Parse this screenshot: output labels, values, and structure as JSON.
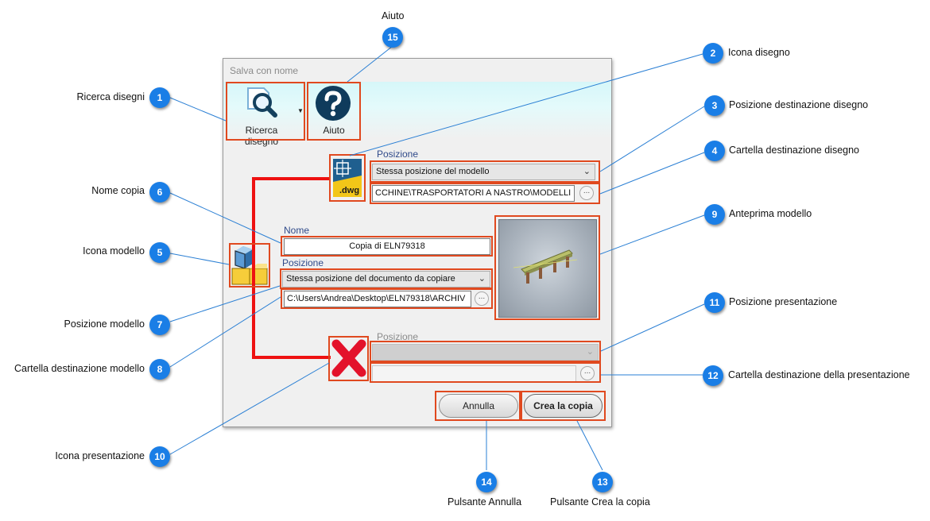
{
  "dialog": {
    "title": "Salva con nome",
    "toolbar": {
      "search_label": "Ricerca disegno",
      "help_label": "Aiuto"
    },
    "drawing": {
      "section_label": "Posizione",
      "location_value": "Stessa posizione del modello",
      "folder_value": "CCHINE\\TRASPORTATORI A NASTRO\\MODELLI",
      "file_ext": ".dwg"
    },
    "model": {
      "name_label": "Nome",
      "name_value": "Copia di ELN79318",
      "section_label": "Posizione",
      "location_value": "Stessa posizione del documento da copiare",
      "folder_value": "C:\\Users\\Andrea\\Desktop\\ELN79318\\ARCHIV"
    },
    "presentation": {
      "section_label": "Posizione",
      "location_value": "",
      "folder_value": ""
    },
    "browse_label": "...",
    "buttons": {
      "cancel": "Annulla",
      "create": "Crea la copia"
    }
  },
  "callouts": [
    {
      "num": "1",
      "label": "Ricerca disegni"
    },
    {
      "num": "2",
      "label": "Icona disegno"
    },
    {
      "num": "3",
      "label": "Posizione destinazione disegno"
    },
    {
      "num": "4",
      "label": "Cartella destinazione disegno"
    },
    {
      "num": "5",
      "label": "Icona modello"
    },
    {
      "num": "6",
      "label": "Nome copia"
    },
    {
      "num": "7",
      "label": "Posizione modello"
    },
    {
      "num": "8",
      "label": "Cartella destinazione modello"
    },
    {
      "num": "9",
      "label": "Anteprima modello"
    },
    {
      "num": "10",
      "label": "Icona presentazione"
    },
    {
      "num": "11",
      "label": "Posizione presentazione"
    },
    {
      "num": "12",
      "label": "Cartella destinazione della presentazione"
    },
    {
      "num": "13",
      "label": "Pulsante Crea la copia"
    },
    {
      "num": "14",
      "label": "Pulsante Annulla"
    },
    {
      "num": "15",
      "label": "Aiuto"
    }
  ],
  "colors": {
    "badge": "#1a7ee6",
    "highlight": "#e0491f",
    "connector": "#ee1111",
    "leader": "#2a7fd4"
  }
}
